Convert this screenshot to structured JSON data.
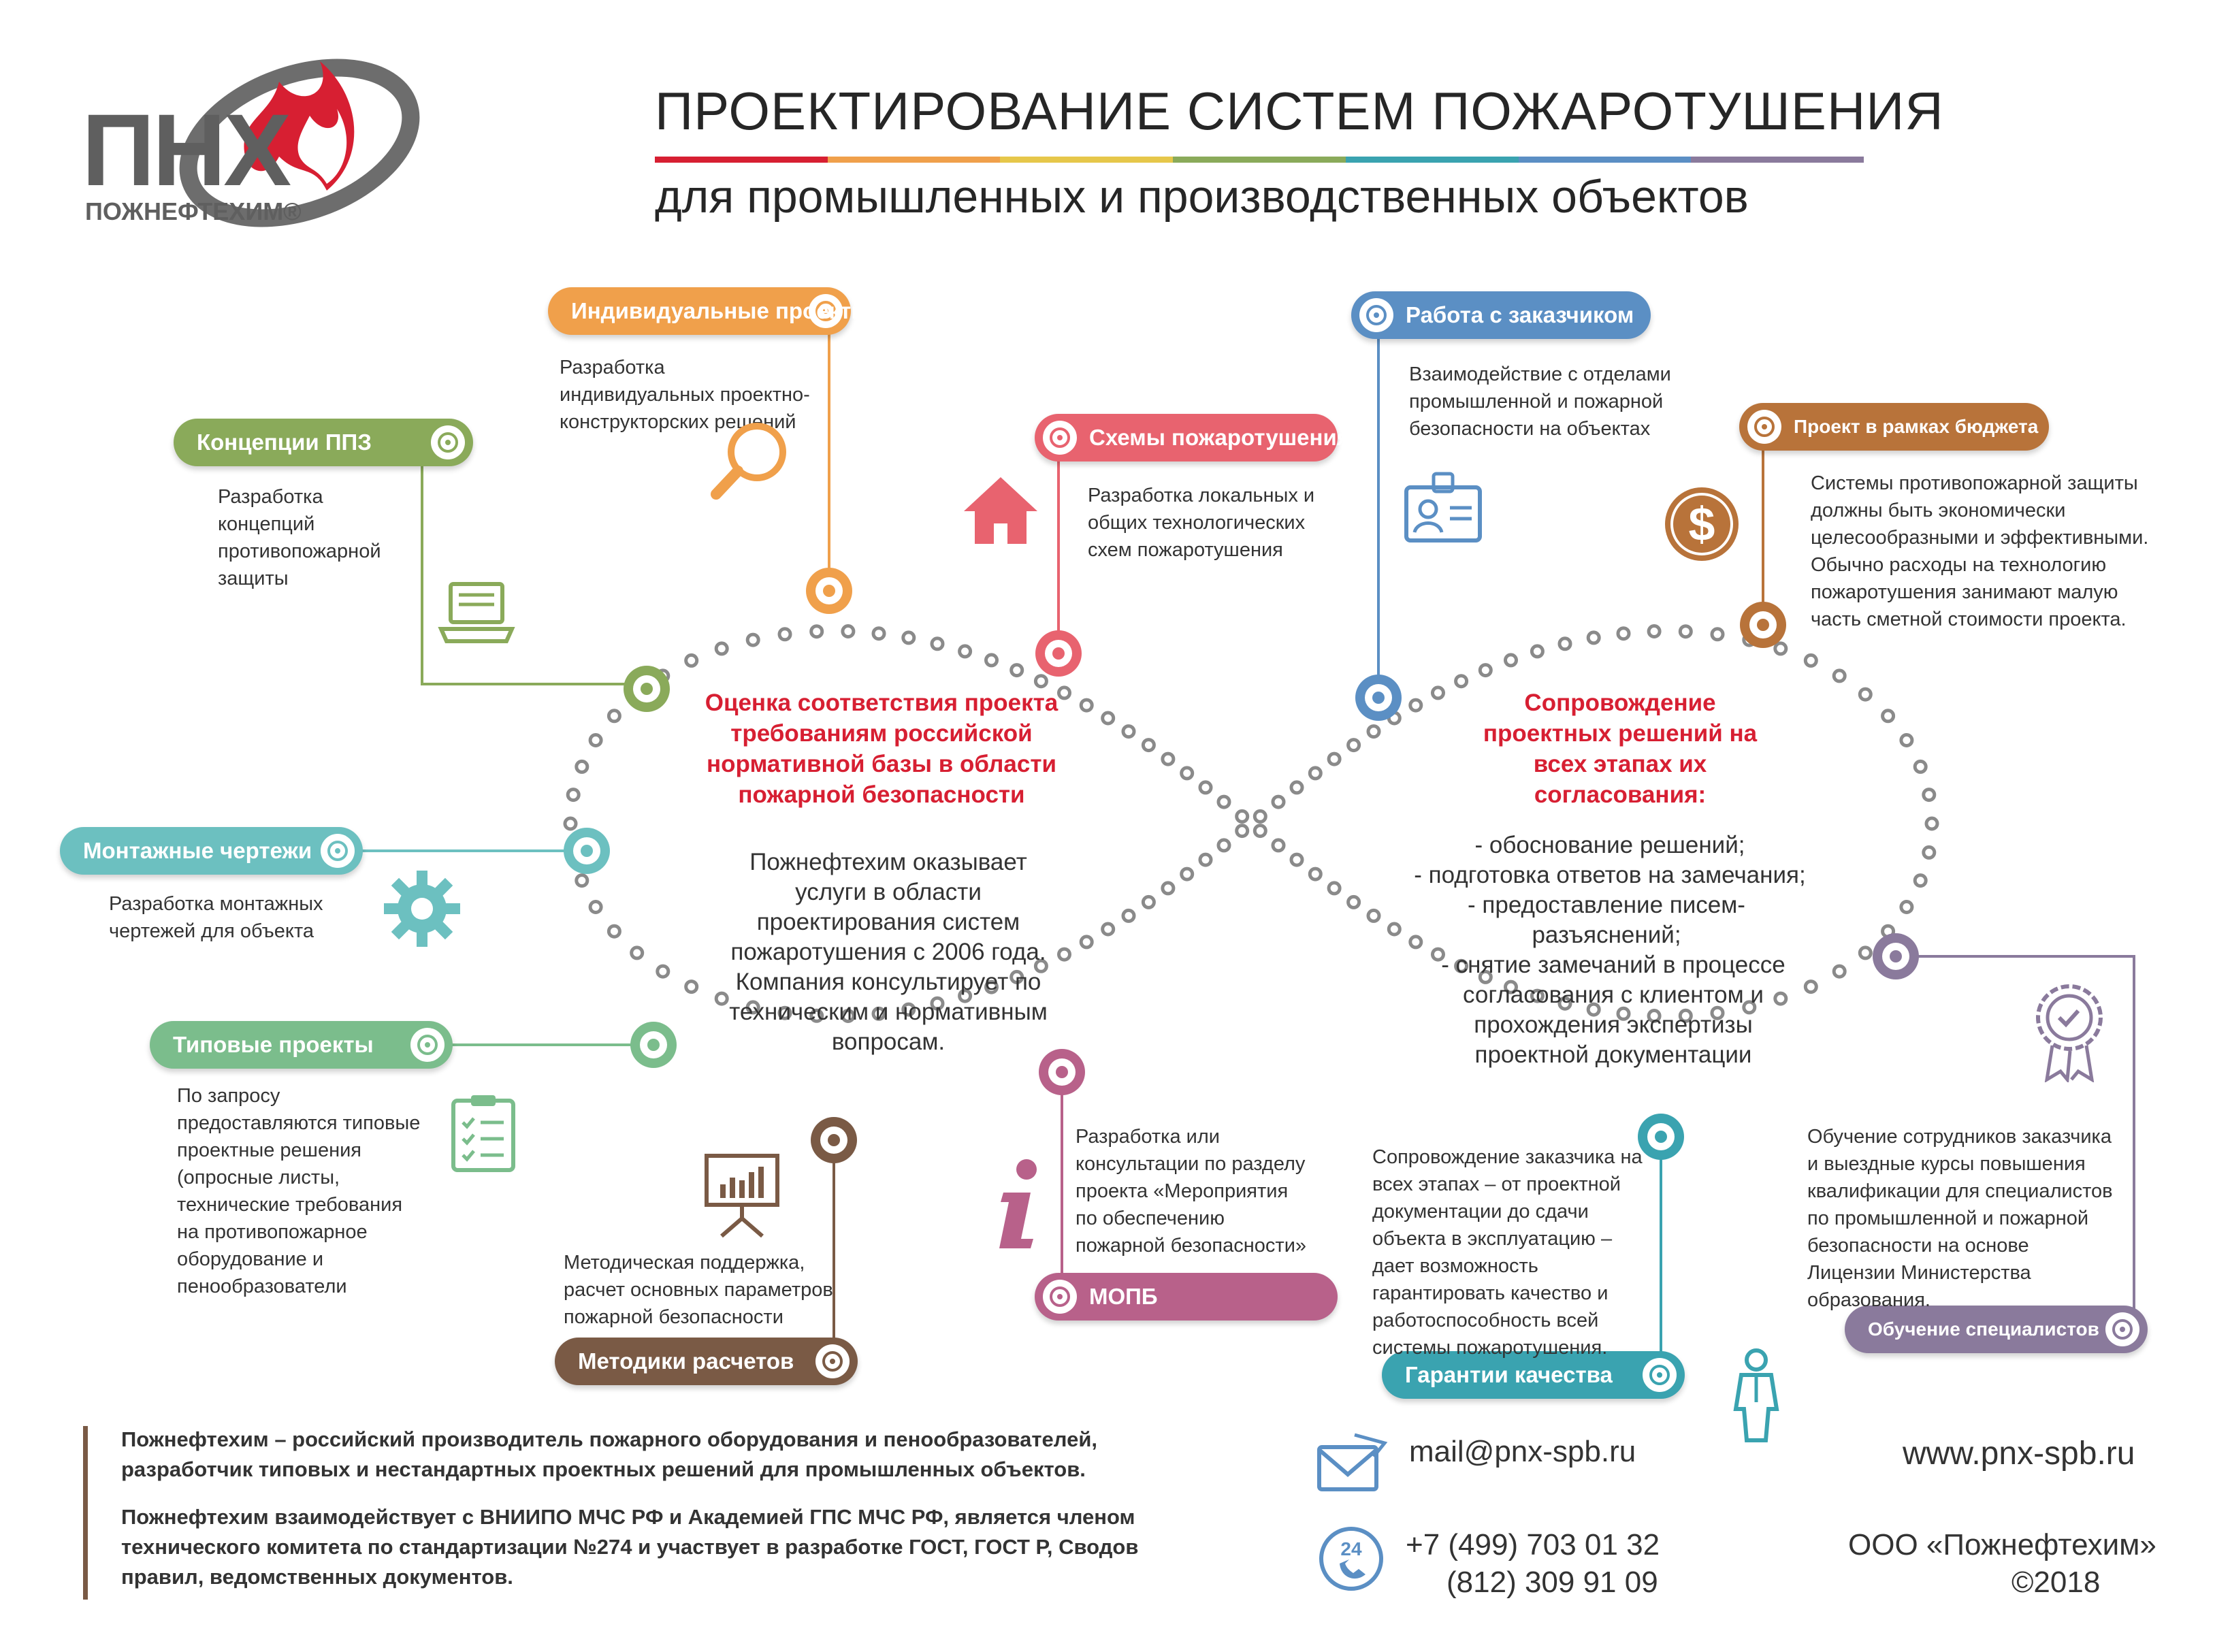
{
  "logo": {
    "mark": "ПНХ",
    "name": "ПОЖНЕФТЕХИМ®"
  },
  "header": {
    "title": "ПРОЕКТИРОВАНИЕ СИСТЕМ ПОЖАРОТУШЕНИЯ",
    "subtitle": "для промышленных и производственных объектов"
  },
  "center_left": {
    "heading": "Оценка соответствия проекта требованиям российской нормативной базы в области пожарной безопасности",
    "body": "Пожнефтехим оказывает услуги в области проектирования систем пожаротушения с 2006 года. Компания консультирует по техническим и нормативным вопросам."
  },
  "center_right": {
    "heading": "Сопровождение проектных решений на всех этапах их согласования:",
    "items": [
      "- обоснование решений;",
      "- подготовка ответов на замечания;",
      "- предоставление писем-разъяснений;",
      "- снятие замечаний в процессе согласования с клиентом и прохождения экспертизы проектной документации"
    ]
  },
  "nodes": [
    {
      "label": "Концепции ППЗ",
      "text": "Разработка концепций противопожарной защиты",
      "color": "#8aaa5a",
      "icon": "laptop-icon"
    },
    {
      "label": "Индивидуальные проекты",
      "text": "Разработка индивидуальных проектно-конструкторских решений",
      "color": "#f0a04b",
      "icon": "magnifier-icon"
    },
    {
      "label": "Схемы пожаротушения",
      "text": "Разработка локальных и общих технологических схем пожаротушения",
      "color": "#e8636f",
      "icon": "house-icon"
    },
    {
      "label": "Работа с заказчиком",
      "text": "Взаимодействие с отделами промышленной и пожарной безопасности на объектах",
      "color": "#5b8fc4",
      "icon": "id-card-icon"
    },
    {
      "label": "Проект в рамках бюджета",
      "text": "Системы противопожарной защиты должны быть экономически целесообразными и эффективными. Обычно расходы на технологию пожаротушения занимают малую часть сметной стоимости проекта.",
      "color": "#b8733a",
      "icon": "dollar-coin-icon"
    },
    {
      "label": "Монтажные чертежи",
      "text": "Разработка монтажных чертежей для объекта",
      "color": "#6cc0c0",
      "icon": "gear-icon"
    },
    {
      "label": "Типовые проекты",
      "text": "По запросу предоставляются типовые проектные решения (опросные листы, технические требования на противопожарное оборудование и пенообразователи",
      "color": "#7bbd8c",
      "icon": "checklist-icon"
    },
    {
      "label": "Методики расчетов",
      "text": "Методическая поддержка, расчет основных параметров пожарной безопасности",
      "color": "#7a5a45",
      "icon": "presentation-board-icon"
    },
    {
      "label": "МОПБ",
      "text": "Разработка или консультации по разделу проекта «Мероприятия по обеспечению пожарной безопасности»",
      "color": "#b8618a",
      "icon": "info-icon"
    },
    {
      "label": "Гарантии качества",
      "text": "Сопровождение заказчика на всех этапах – от проектной документации до сдачи объекта в эксплуатацию – дает возможность гарантировать качество и работоспособность всей системы пожаротушения.",
      "color": "#3aa3b0",
      "icon": "person-icon"
    },
    {
      "label": "Обучение специалистов",
      "text": "Обучение сотрудников заказчика и выездные курсы повышения квалификации для специалистов по промышленной и пожарной безопасности на основе Лицензии Министерства образования.",
      "color": "#8a7a9c",
      "icon": "certificate-icon"
    }
  ],
  "footer": {
    "p1": "Пожнефтехим – российский производитель пожарного оборудования и пенообразователей, разработчик типовых и нестандартных проектных решений для промышленных объектов.",
    "p2": "Пожнефтехим взаимодействует с ВНИИПО МЧС РФ и Академией ГПС МЧС РФ, является членом технического комитета по стандартизации №274 и участвует в разработке ГОСТ, ГОСТ Р, Сводов правил, ведомственных документов.",
    "email": "mail@pnx-spb.ru",
    "site": "www.pnx-spb.ru",
    "phone1": "+7 (499) 703 01 32",
    "phone2": "(812) 309 91 09",
    "company": "ООО «Пожнефтехим»",
    "copyright": "©2018"
  }
}
